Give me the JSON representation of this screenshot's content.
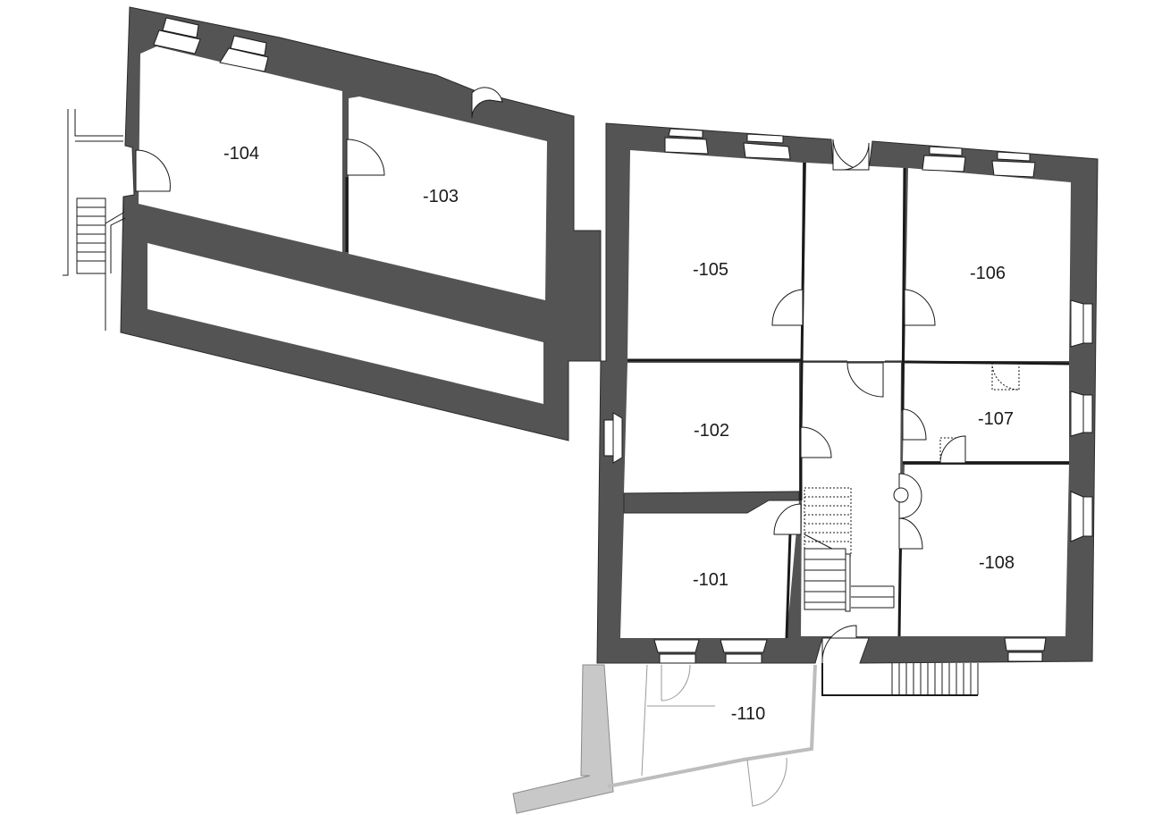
{
  "rooms": [
    {
      "id": "r104",
      "label": "-104"
    },
    {
      "id": "r103",
      "label": "-103"
    },
    {
      "id": "r105",
      "label": "-105"
    },
    {
      "id": "r106",
      "label": "-106"
    },
    {
      "id": "r102",
      "label": "-102"
    },
    {
      "id": "r107",
      "label": "-107"
    },
    {
      "id": "r101",
      "label": "-101"
    },
    {
      "id": "r108",
      "label": "-108"
    },
    {
      "id": "r110",
      "label": "-110"
    }
  ],
  "colors": {
    "wall": "#545454",
    "wall_light": "#c8c8c8",
    "line": "#1a1a1a",
    "background": "#ffffff"
  }
}
